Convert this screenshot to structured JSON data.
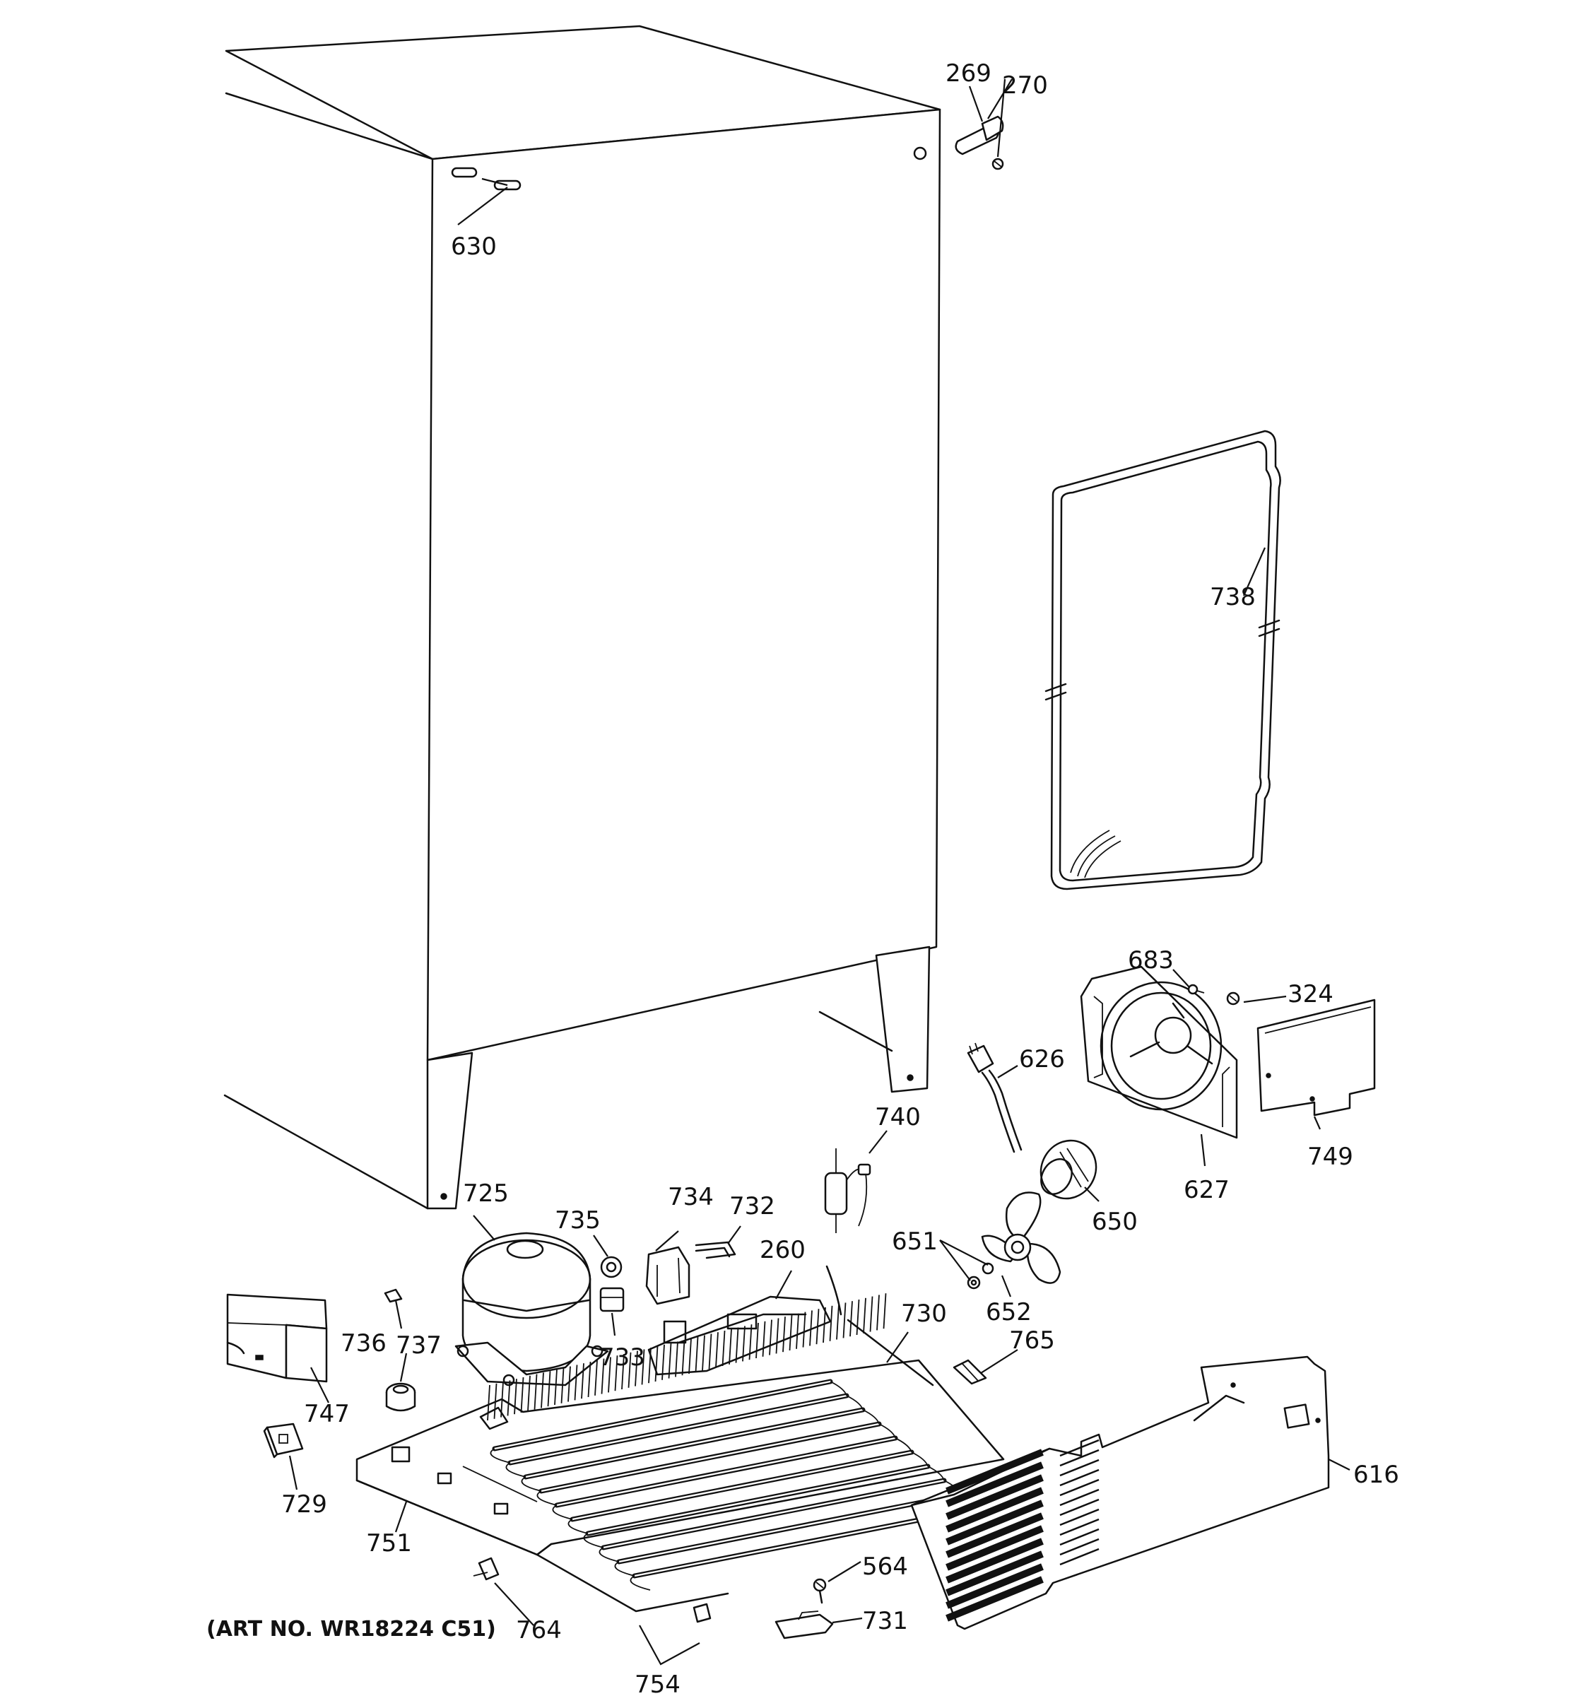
{
  "art_number": "(ART NO. WR18224 C51)",
  "callouts": {
    "c269": "269",
    "c270": "270",
    "c630": "630",
    "c738": "738",
    "c683": "683",
    "c324": "324",
    "c626": "626",
    "c749": "749",
    "c740": "740",
    "c627": "627",
    "c650": "650",
    "c725": "725",
    "c735": "735",
    "c734": "734",
    "c732": "732",
    "c260": "260",
    "c651": "651",
    "c652": "652",
    "c730": "730",
    "c765": "765",
    "c736": "736",
    "c737": "737",
    "c733": "733",
    "c747": "747",
    "c616": "616",
    "c729": "729",
    "c751": "751",
    "c564": "564",
    "c764": "764",
    "c731": "731",
    "c754": "754"
  }
}
